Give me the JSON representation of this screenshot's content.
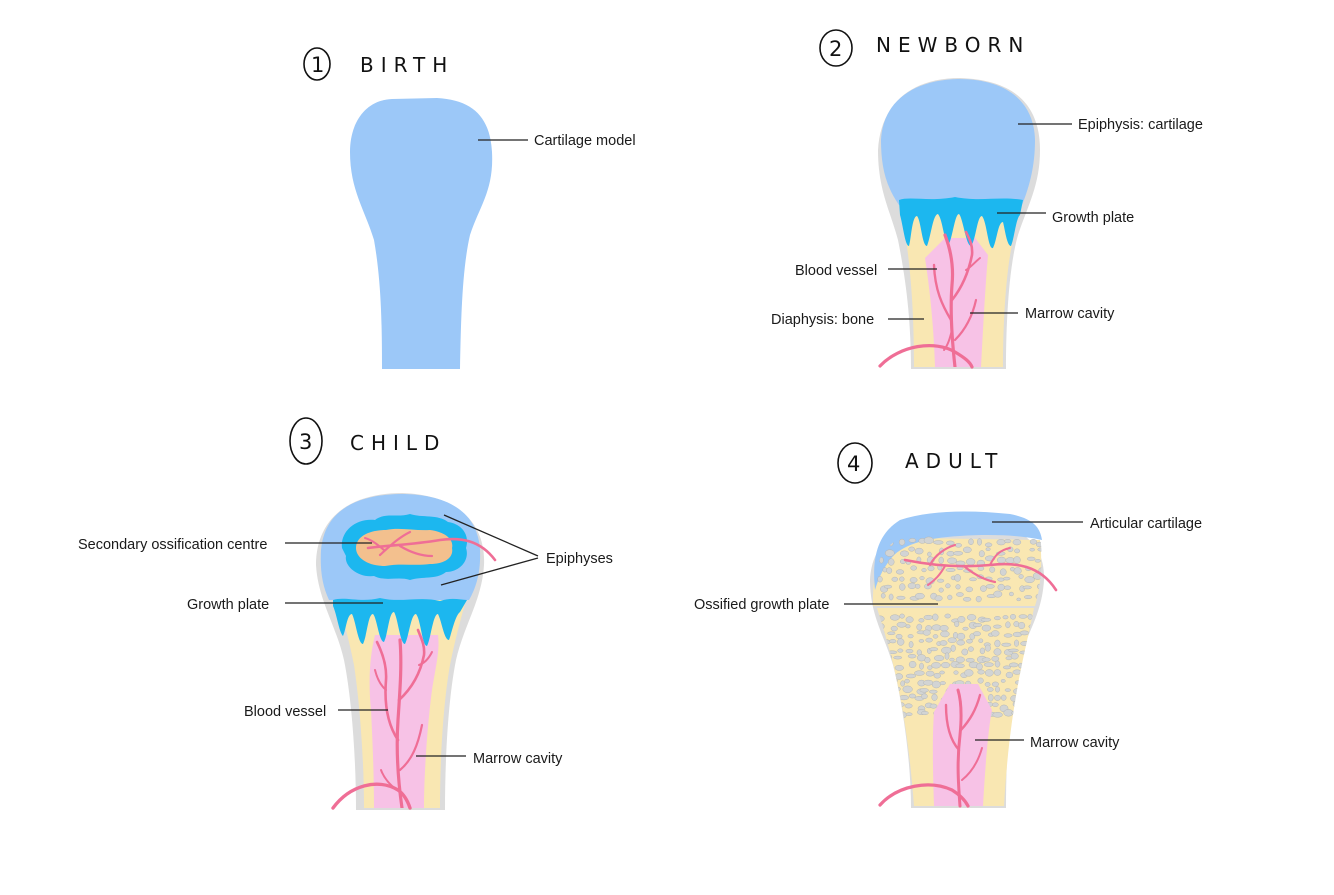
{
  "colors": {
    "cartilage": "#9cc8f8",
    "growth_plate": "#1cb7ef",
    "bone": "#f9e7b2",
    "outer_shell": "#dcdcdc",
    "marrow": "#f7c2e6",
    "vessel": "#ef6e96",
    "ossification_centre": "#f3c08e"
  },
  "stages": [
    {
      "number": "1",
      "title": "BIRTH",
      "labels": {
        "cartilage_model": "Cartilage model"
      }
    },
    {
      "number": "2",
      "title": "NEWBORN",
      "labels": {
        "epiphysis": "Epiphysis: cartilage",
        "growth_plate": "Growth plate",
        "blood_vessel": "Blood vessel",
        "diaphysis": "Diaphysis: bone",
        "marrow_cavity": "Marrow cavity"
      }
    },
    {
      "number": "3",
      "title": "CHILD",
      "labels": {
        "secondary_ossification": "Secondary ossification centre",
        "epiphyses": "Epiphyses",
        "growth_plate": "Growth plate",
        "blood_vessel": "Blood vessel",
        "marrow_cavity": "Marrow cavity"
      }
    },
    {
      "number": "4",
      "title": "ADULT",
      "labels": {
        "articular_cartilage": "Articular cartilage",
        "ossified_growth_plate": "Ossified growth plate",
        "marrow_cavity": "Marrow cavity"
      }
    }
  ]
}
